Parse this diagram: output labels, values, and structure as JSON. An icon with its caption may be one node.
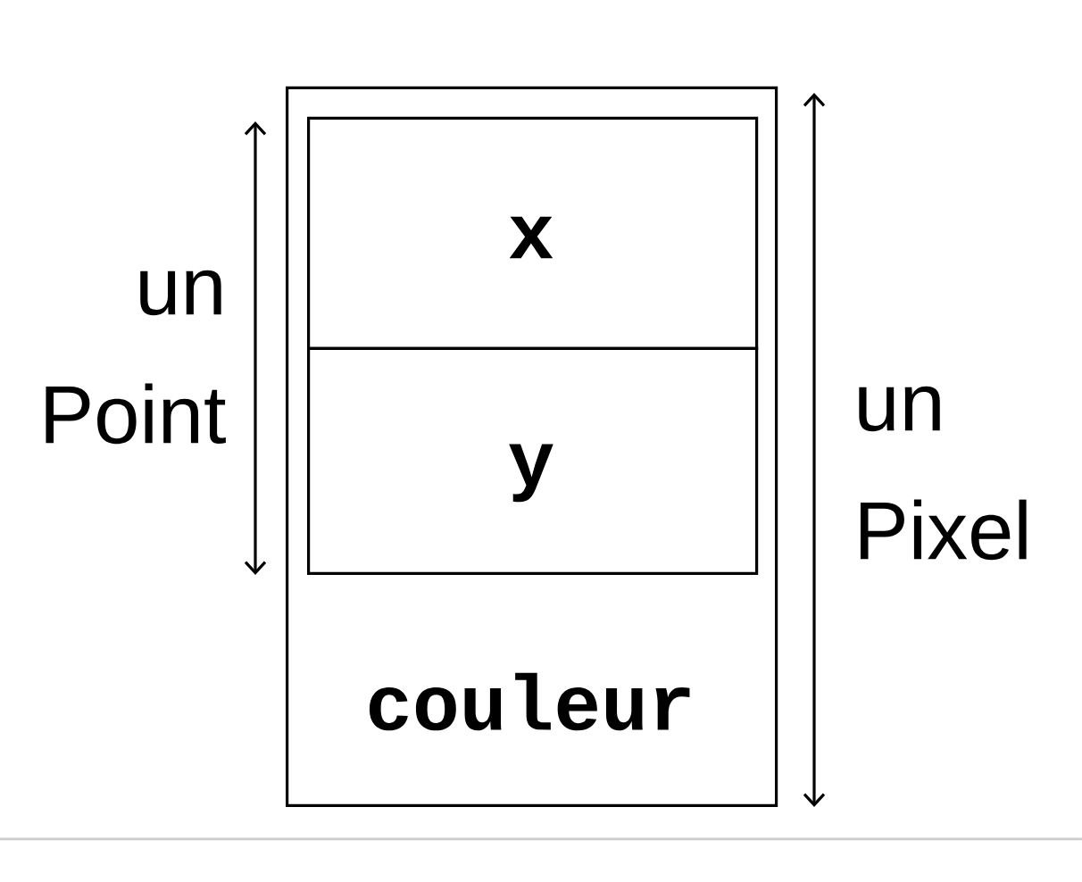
{
  "diagram": {
    "nodes": [
      {
        "text": [
          "couleur"
        ]
      },
      {
        "text": [
          "x"
        ],
        "in": 0
      },
      {
        "text": [
          "y"
        ],
        "in": 0
      }
    ],
    "labels": [
      "un Point",
      "un Pixel"
    ]
  }
}
